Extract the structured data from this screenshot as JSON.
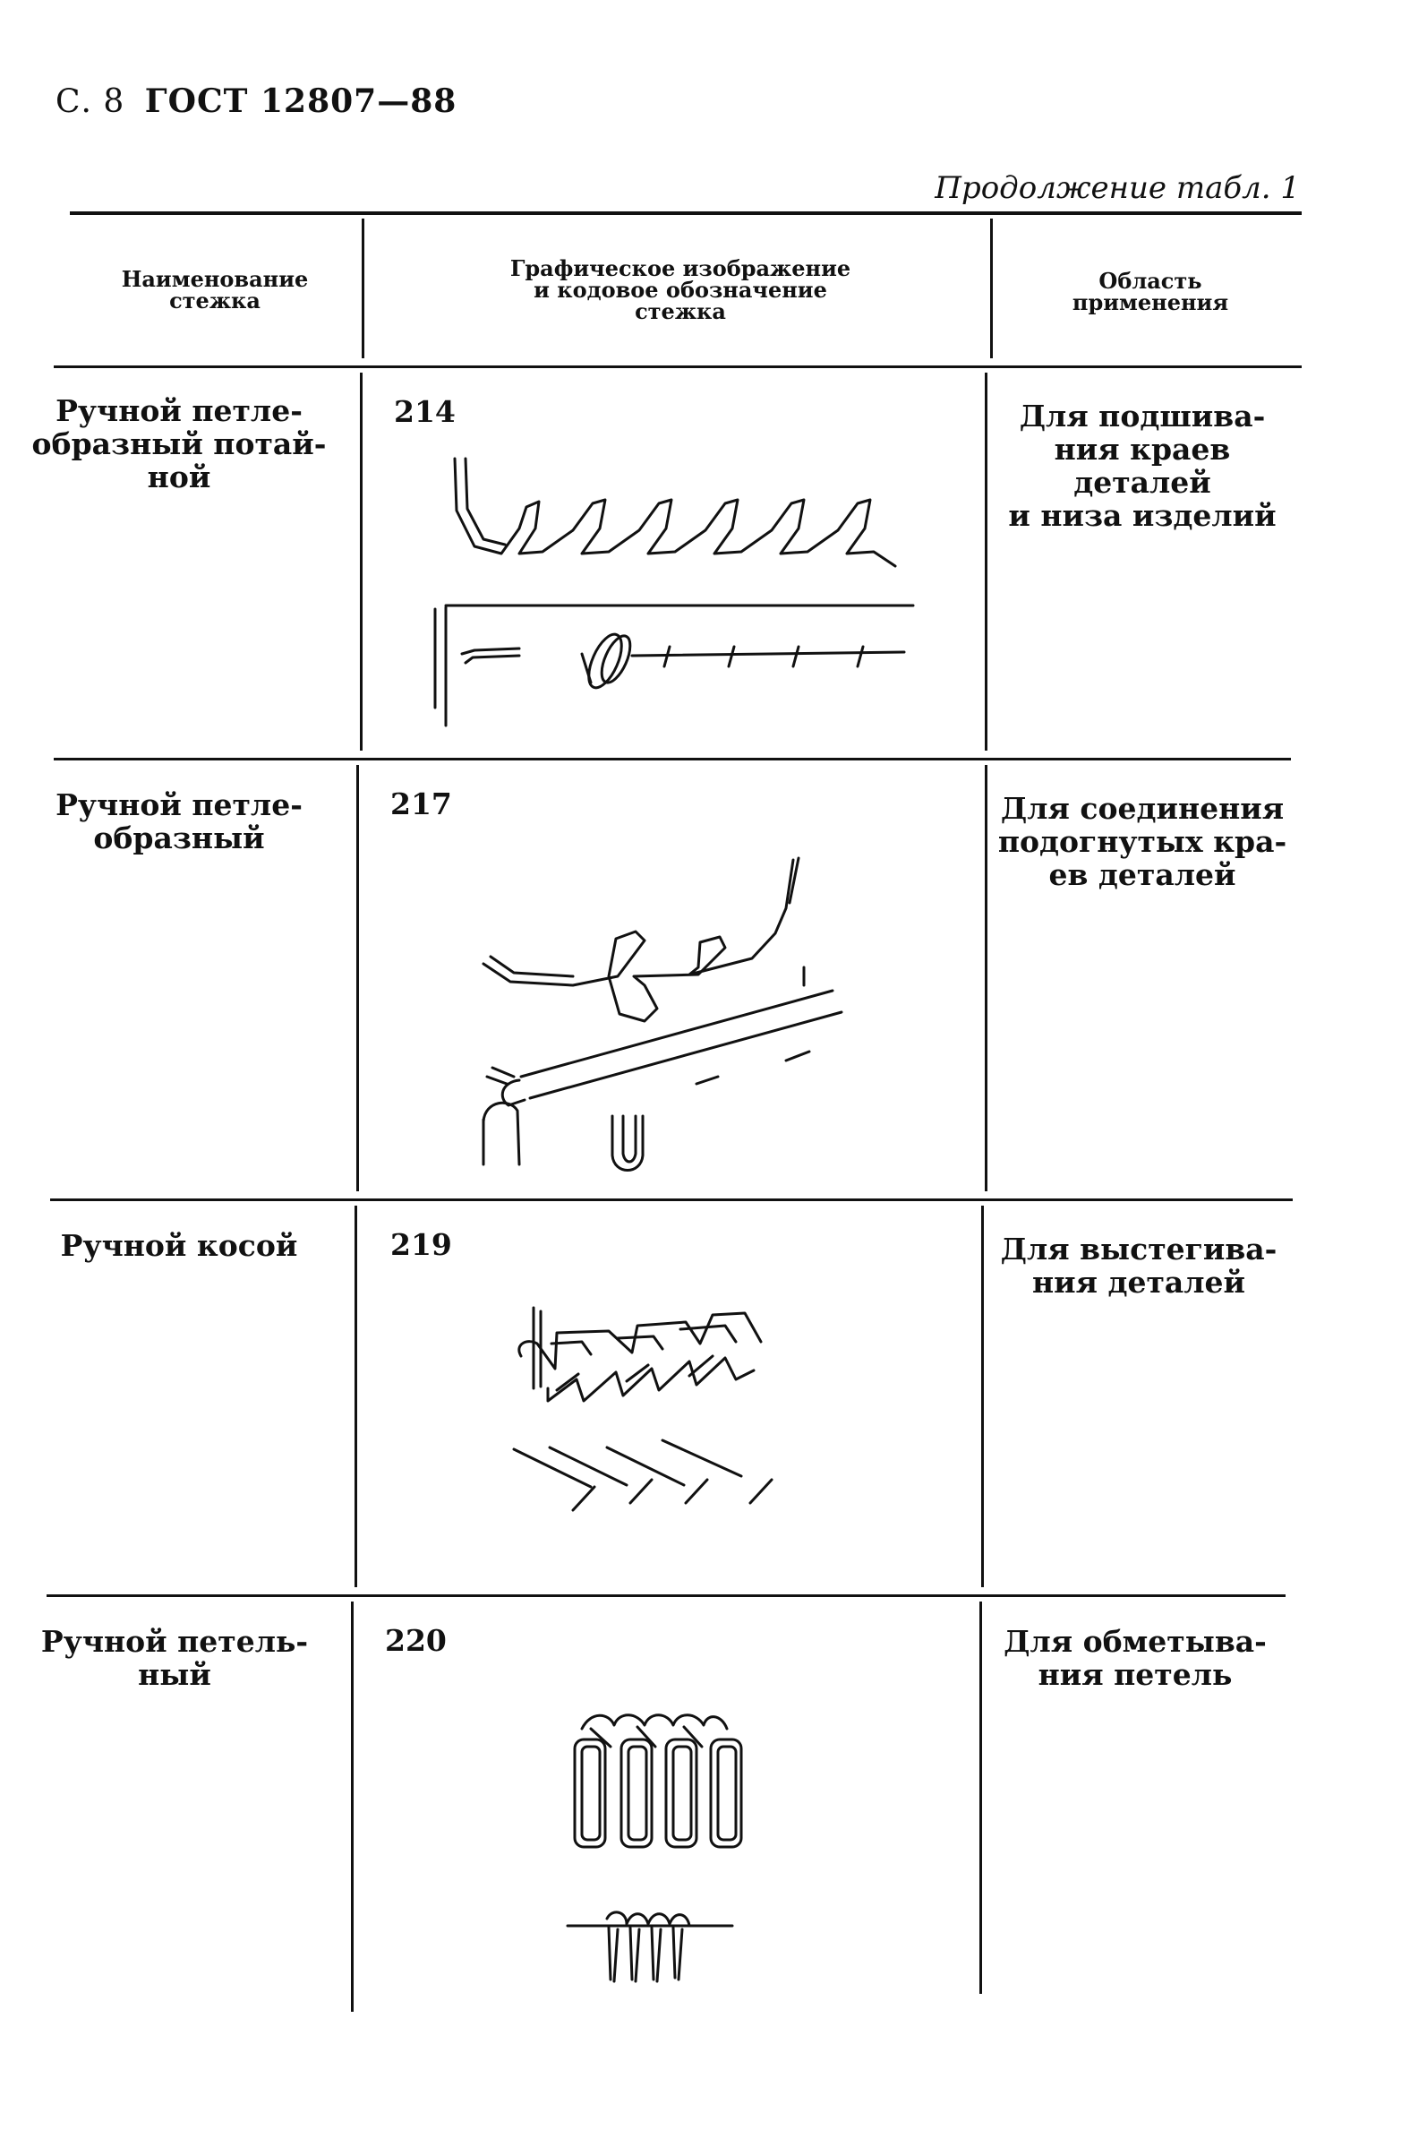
{
  "header": {
    "page": "С. 8",
    "standard": "ГОСТ 12807—88"
  },
  "continuation": "Продолжение табл. 1",
  "columns": {
    "name": "Наименование\nстежка",
    "graphic": "Графическое изображение\nи кодовое обозначение\nстежка",
    "area": "Область\nприменения"
  },
  "rows": [
    {
      "name": "Ручной петле-\nобразный потай-\nной",
      "code": "214",
      "area": "Для подшива-\nния краев деталей\nи низа изделий"
    },
    {
      "name": "Ручной петле-\nобразный",
      "code": "217",
      "area": "Для соединения\nподогнутых кра-\nев деталей"
    },
    {
      "name": "Ручной косой",
      "code": "219",
      "area": "Для выстегива-\nния деталей"
    },
    {
      "name": "Ручной петель-\nный",
      "code": "220",
      "area": "Для обметыва-\nния петель"
    }
  ]
}
